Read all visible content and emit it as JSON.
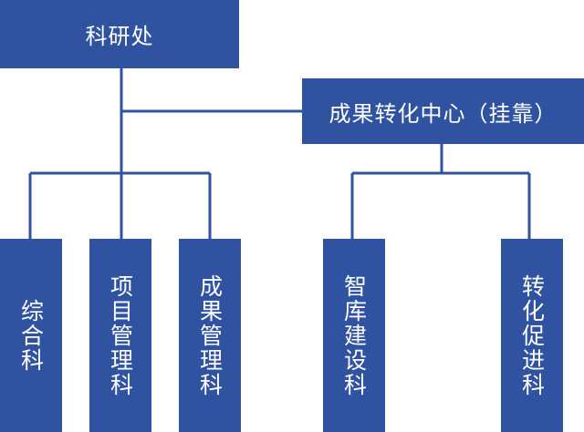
{
  "colors": {
    "box_fill": "#2f53a0",
    "connector": "#2f53a0",
    "text": "#ffffff"
  },
  "nodes": {
    "root": {
      "label": "科研处"
    },
    "center": {
      "label": "成果转化中心（挂靠）"
    },
    "dept_general": {
      "label": "综合科"
    },
    "dept_project": {
      "label": "项目管理科"
    },
    "dept_achievement": {
      "label": "成果管理科"
    },
    "dept_thinktank": {
      "label": "智库建设科"
    },
    "dept_transfer": {
      "label": "转化促进科"
    }
  }
}
